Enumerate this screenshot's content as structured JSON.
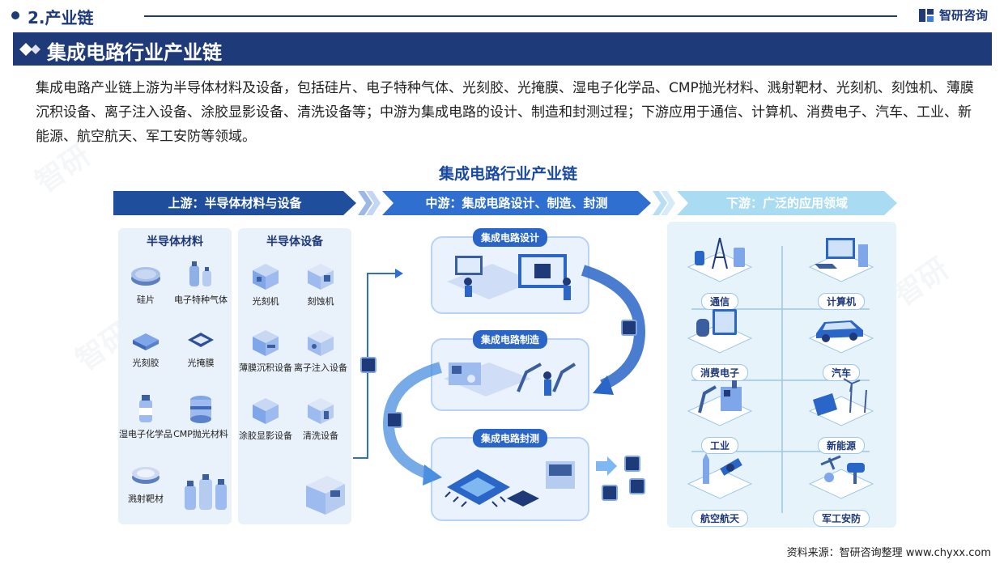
{
  "header": {
    "section_title": "2.产业链",
    "logo_text": "智研咨询"
  },
  "banner": {
    "title": "集成电路行业产业链"
  },
  "intro": {
    "text": "集成电路产业链上游为半导体材料及设备，包括硅片、电子特种气体、光刻胶、光掩膜、湿电子化学品、CMP抛光材料、溅射靶材、光刻机、刻蚀机、薄膜沉积设备、离子注入设备、涂胶显影设备、清洗设备等；中游为集成电路的设计、制造和封测过程；下游应用于通信、计算机、消费电子、汽车、工业、新能源、航空航天、军工安防等领域。"
  },
  "diagram": {
    "title": "集成电路行业产业链",
    "upstream": {
      "label": "上游：半导体材料与设备",
      "materials": {
        "heading": "半导体材料",
        "items": [
          "硅片",
          "电子特种气体",
          "光刻胶",
          "光掩膜",
          "湿电子化学品",
          "CMP抛光材料",
          "溅射靶材"
        ]
      },
      "equipment": {
        "heading": "半导体设备",
        "items": [
          "光刻机",
          "刻蚀机",
          "薄膜沉积设备",
          "离子注入设备",
          "涂胶显影设备",
          "清洗设备"
        ]
      }
    },
    "midstream": {
      "label": "中游：集成电路设计、制造、封测",
      "stages": [
        "集成电路设计",
        "集成电路制造",
        "集成电路封测"
      ]
    },
    "downstream": {
      "label": "下游：广泛的应用领域",
      "apps": [
        "通信",
        "计算机",
        "消费电子",
        "汽车",
        "工业",
        "新能源",
        "航空航天",
        "军工安防"
      ]
    }
  },
  "source": "资料来源：智研咨询整理 www.chyxx.com",
  "colors": {
    "navy": "#1e3a78",
    "upstream_arrow": "#1f4e9c",
    "midstream_arrow": "#2f6fd0",
    "downstream_arrow": "#a9dcf3"
  }
}
